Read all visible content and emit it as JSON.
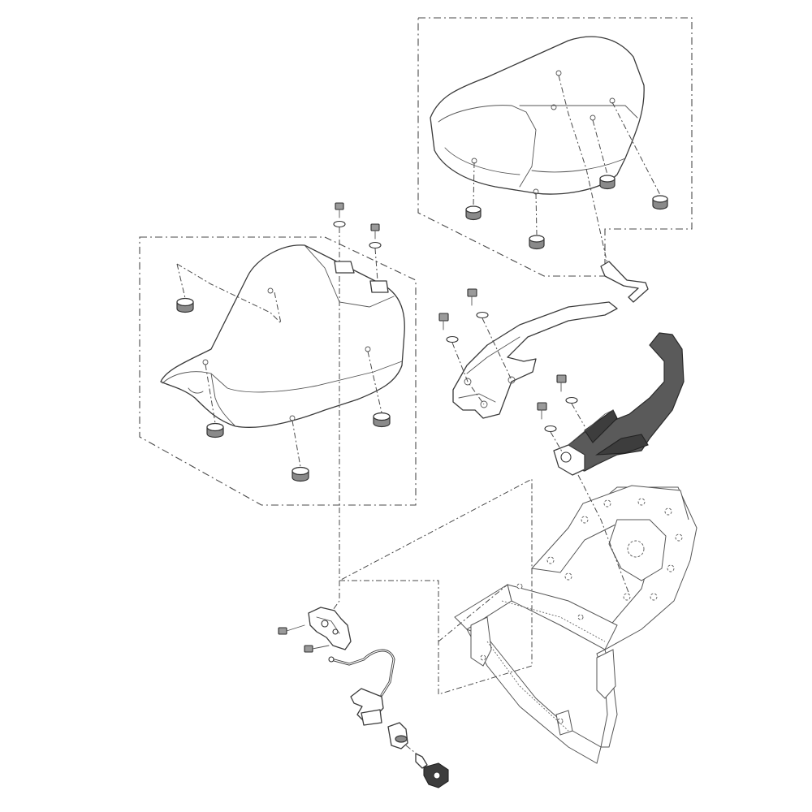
{
  "diagram": {
    "kind": "exploded parts view",
    "style": "monochrome line art",
    "colors": {
      "line": "#3a3a3a",
      "background": "#ffffff",
      "highlight_part": "#5a5a5a"
    },
    "groups": [
      "rear-seat-cowl",
      "rider-seat",
      "grab-bar-bracket",
      "passenger-grab-handle",
      "seat-lock-assembly",
      "rear-frame"
    ]
  }
}
